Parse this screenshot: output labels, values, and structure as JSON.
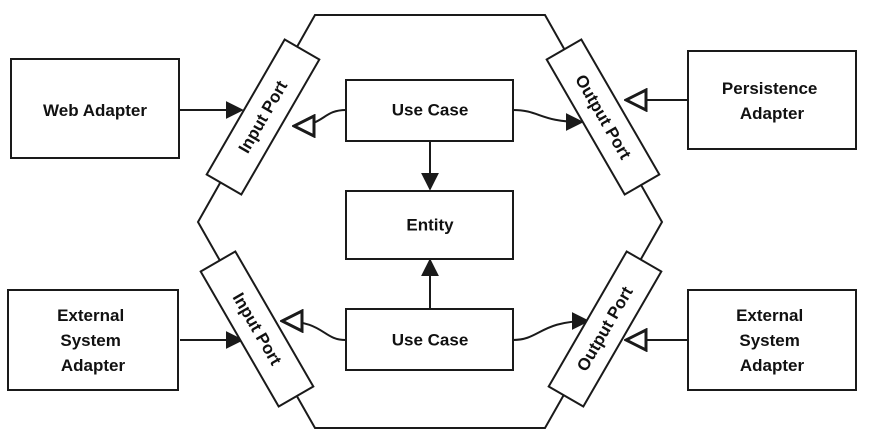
{
  "diagram": {
    "stroke_color": "#1a1a1a",
    "background_color": "#ffffff",
    "adapters": {
      "web": {
        "lines": [
          "Web Adapter"
        ]
      },
      "persistence": {
        "lines": [
          "Persistence",
          "Adapter"
        ]
      },
      "external_left": {
        "lines": [
          "External",
          "System",
          "Adapter"
        ]
      },
      "external_right": {
        "lines": [
          "External",
          "System",
          "Adapter"
        ]
      }
    },
    "ports": {
      "input_top": "Input Port",
      "output_top": "Output Port",
      "input_bottom": "Input Port",
      "output_bottom": "Output Port"
    },
    "core": {
      "use_case_top": "Use Case",
      "entity": "Entity",
      "use_case_bottom": "Use Case"
    }
  }
}
